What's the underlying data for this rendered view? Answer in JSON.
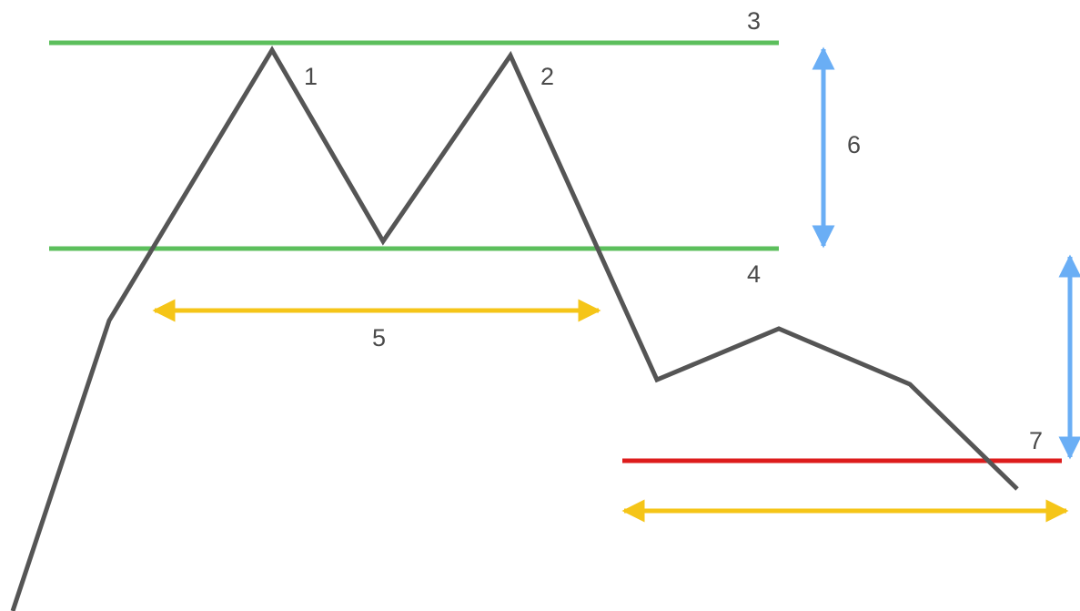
{
  "labels": {
    "peak_1": "1",
    "peak_2": "2",
    "resistance_line": "3",
    "neckline": "4",
    "pattern_width": "5",
    "pattern_height": "6",
    "target_line": "7"
  },
  "colors": {
    "price_line": "#555555",
    "level_lines": "#5cbf5c",
    "measure_arrows_horizontal": "#f5c518",
    "measure_arrows_vertical": "#6aaef5",
    "target_line": "#dd1c1c",
    "text": "#4a4a4a"
  }
}
